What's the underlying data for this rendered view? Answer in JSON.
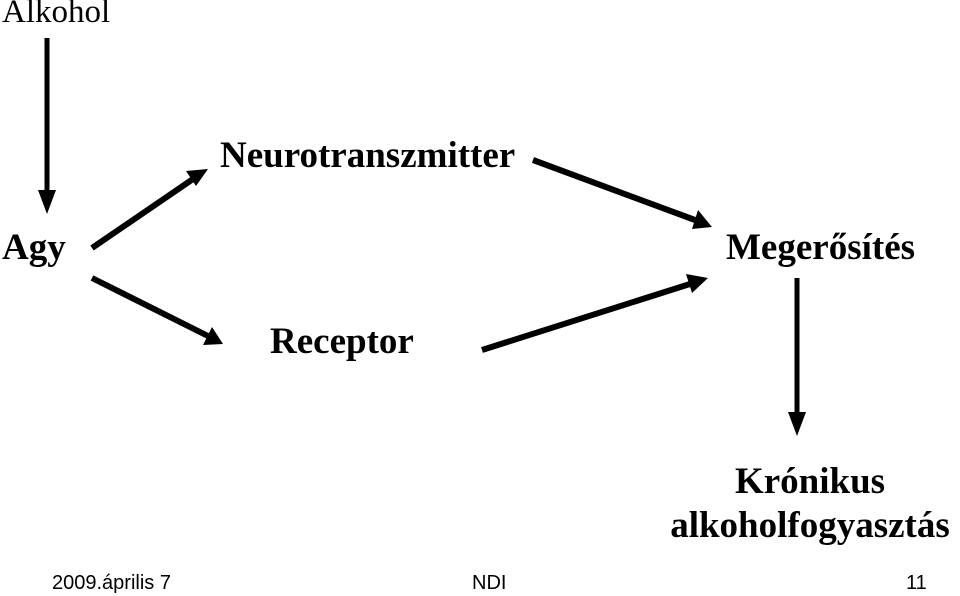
{
  "nodes": {
    "alkohol": "Alkohol",
    "neurotranszmitter": "Neurotranszmitter",
    "agy": "Agy",
    "megerosites": "Megerősítés",
    "receptor": "Receptor",
    "kronikus_line1": "Krónikus",
    "kronikus_line2": "alkoholfogyasztás"
  },
  "edges": [
    {
      "from": "alkohol",
      "to": "agy"
    },
    {
      "from": "agy",
      "to": "neurotranszmitter"
    },
    {
      "from": "agy",
      "to": "receptor"
    },
    {
      "from": "neurotranszmitter",
      "to": "megerosites"
    },
    {
      "from": "receptor",
      "to": "megerosites"
    },
    {
      "from": "megerosites",
      "to": "kronikus"
    }
  ],
  "footer": {
    "date": "2009.április 7",
    "center": "NDI",
    "page_number": "11"
  }
}
